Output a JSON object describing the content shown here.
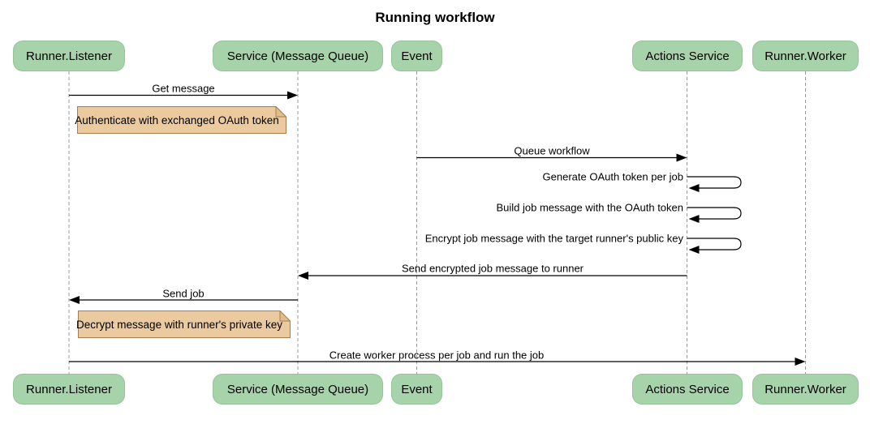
{
  "title": "Running workflow",
  "participants": [
    {
      "id": "runner-listener",
      "label": "Runner.Listener"
    },
    {
      "id": "service-mq",
      "label": "Service (Message Queue)"
    },
    {
      "id": "event",
      "label": "Event"
    },
    {
      "id": "actions-service",
      "label": "Actions Service"
    },
    {
      "id": "runner-worker",
      "label": "Runner.Worker"
    }
  ],
  "messages": {
    "get_message": "Get message",
    "queue_workflow": "Queue workflow",
    "generate_oauth": "Generate OAuth token per job",
    "build_job": "Build job message with the OAuth token",
    "encrypt_job": "Encrypt job message with the target runner's public key",
    "send_encrypted": "Send encrypted job message to runner",
    "send_job": "Send job",
    "create_worker": "Create worker process per job and run the job"
  },
  "notes": {
    "authenticate": "Authenticate with exchanged OAuth token",
    "decrypt": "Decrypt message with runner's private key"
  },
  "colors": {
    "participant_fill": "#A7D3AA",
    "note_fill": "#EACA9E",
    "note_border": "#A87E4E",
    "lifeline": "#999999",
    "arrow": "#000000",
    "background": "#FFFFFF",
    "text": "#000000"
  }
}
